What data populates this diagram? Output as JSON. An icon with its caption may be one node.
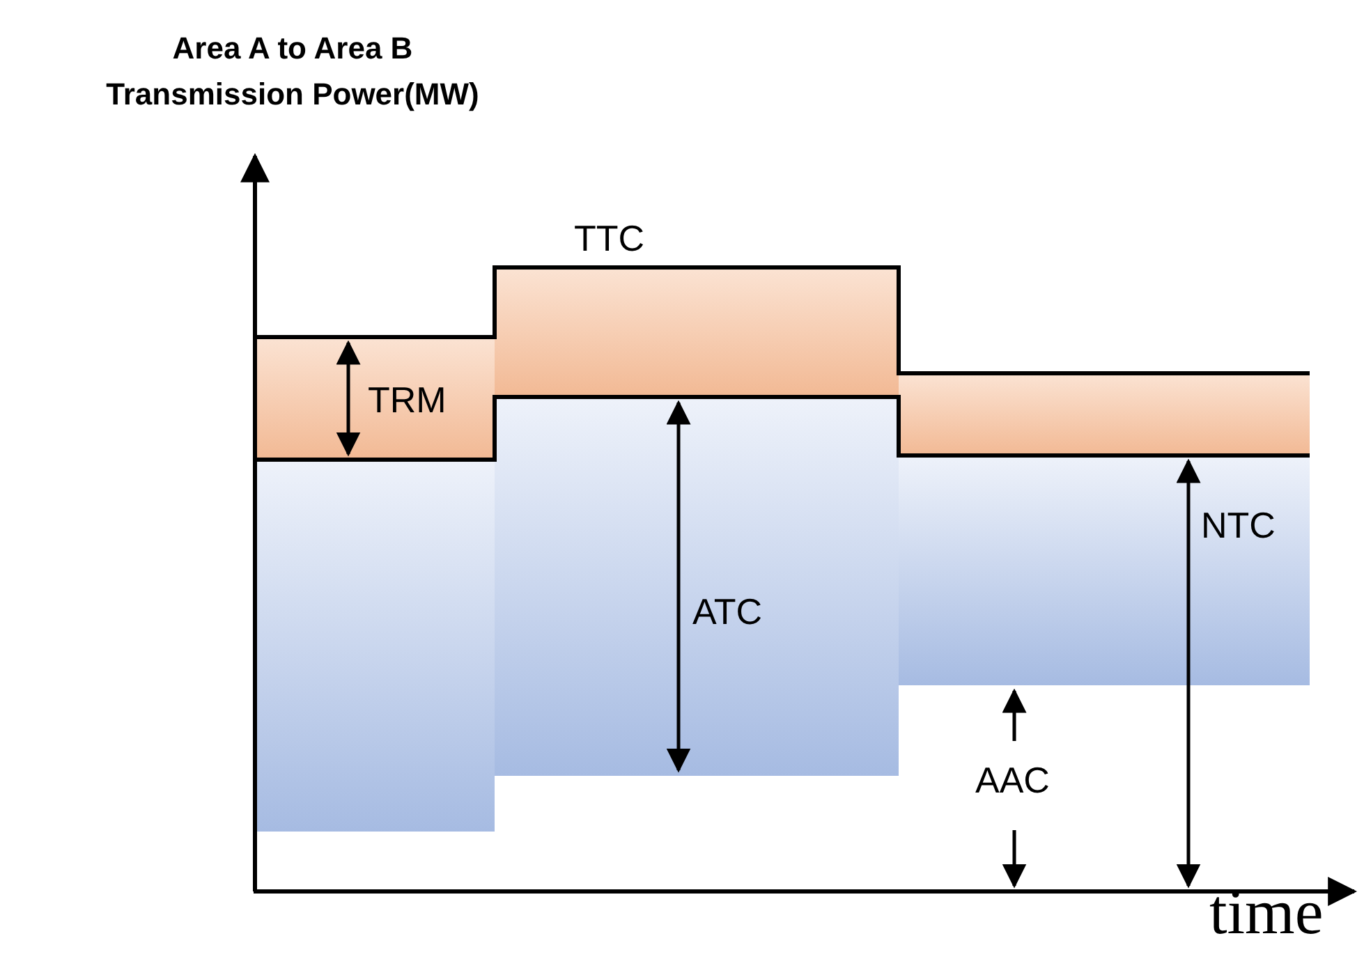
{
  "diagram": {
    "labels": [
      "Area A to Area B Transmission Power(MW)",
      "TTC",
      "TRM",
      "ATC",
      "NTC",
      "AAC",
      "time"
    ]
  }
}
